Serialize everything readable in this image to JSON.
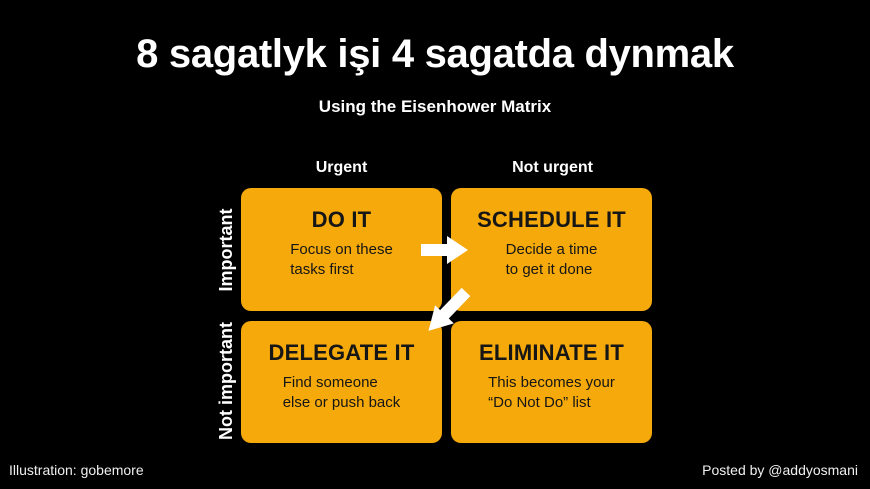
{
  "slide": {
    "title": "8 sagatlyk işi 4 sagatda dynmak",
    "subtitle": "Using the Eisenhower Matrix",
    "credits": {
      "illustration": "Illustration: gobemore",
      "posted_by": "Posted by @addyosmani"
    }
  },
  "matrix": {
    "column_headers": [
      "Urgent",
      "Not urgent"
    ],
    "row_headers": [
      "Important",
      "Not important"
    ],
    "quadrants": [
      {
        "title": "DO IT",
        "lines": [
          "Focus on these",
          "tasks first"
        ]
      },
      {
        "title": "SCHEDULE IT",
        "lines": [
          "Decide a time",
          "to get it done"
        ]
      },
      {
        "title": "DELEGATE IT",
        "lines": [
          "Find someone",
          "else or push back"
        ]
      },
      {
        "title": "ELIMINATE IT",
        "lines": [
          "This becomes your",
          "“Do Not Do” list"
        ]
      }
    ],
    "arrows": [
      "arrow-right",
      "arrow-down-left"
    ]
  },
  "colors": {
    "background": "#000000",
    "accent": "#F5A90B",
    "text-light": "#FFFFFF",
    "text-dark": "#161616",
    "arrow": "#FFFFFF"
  }
}
